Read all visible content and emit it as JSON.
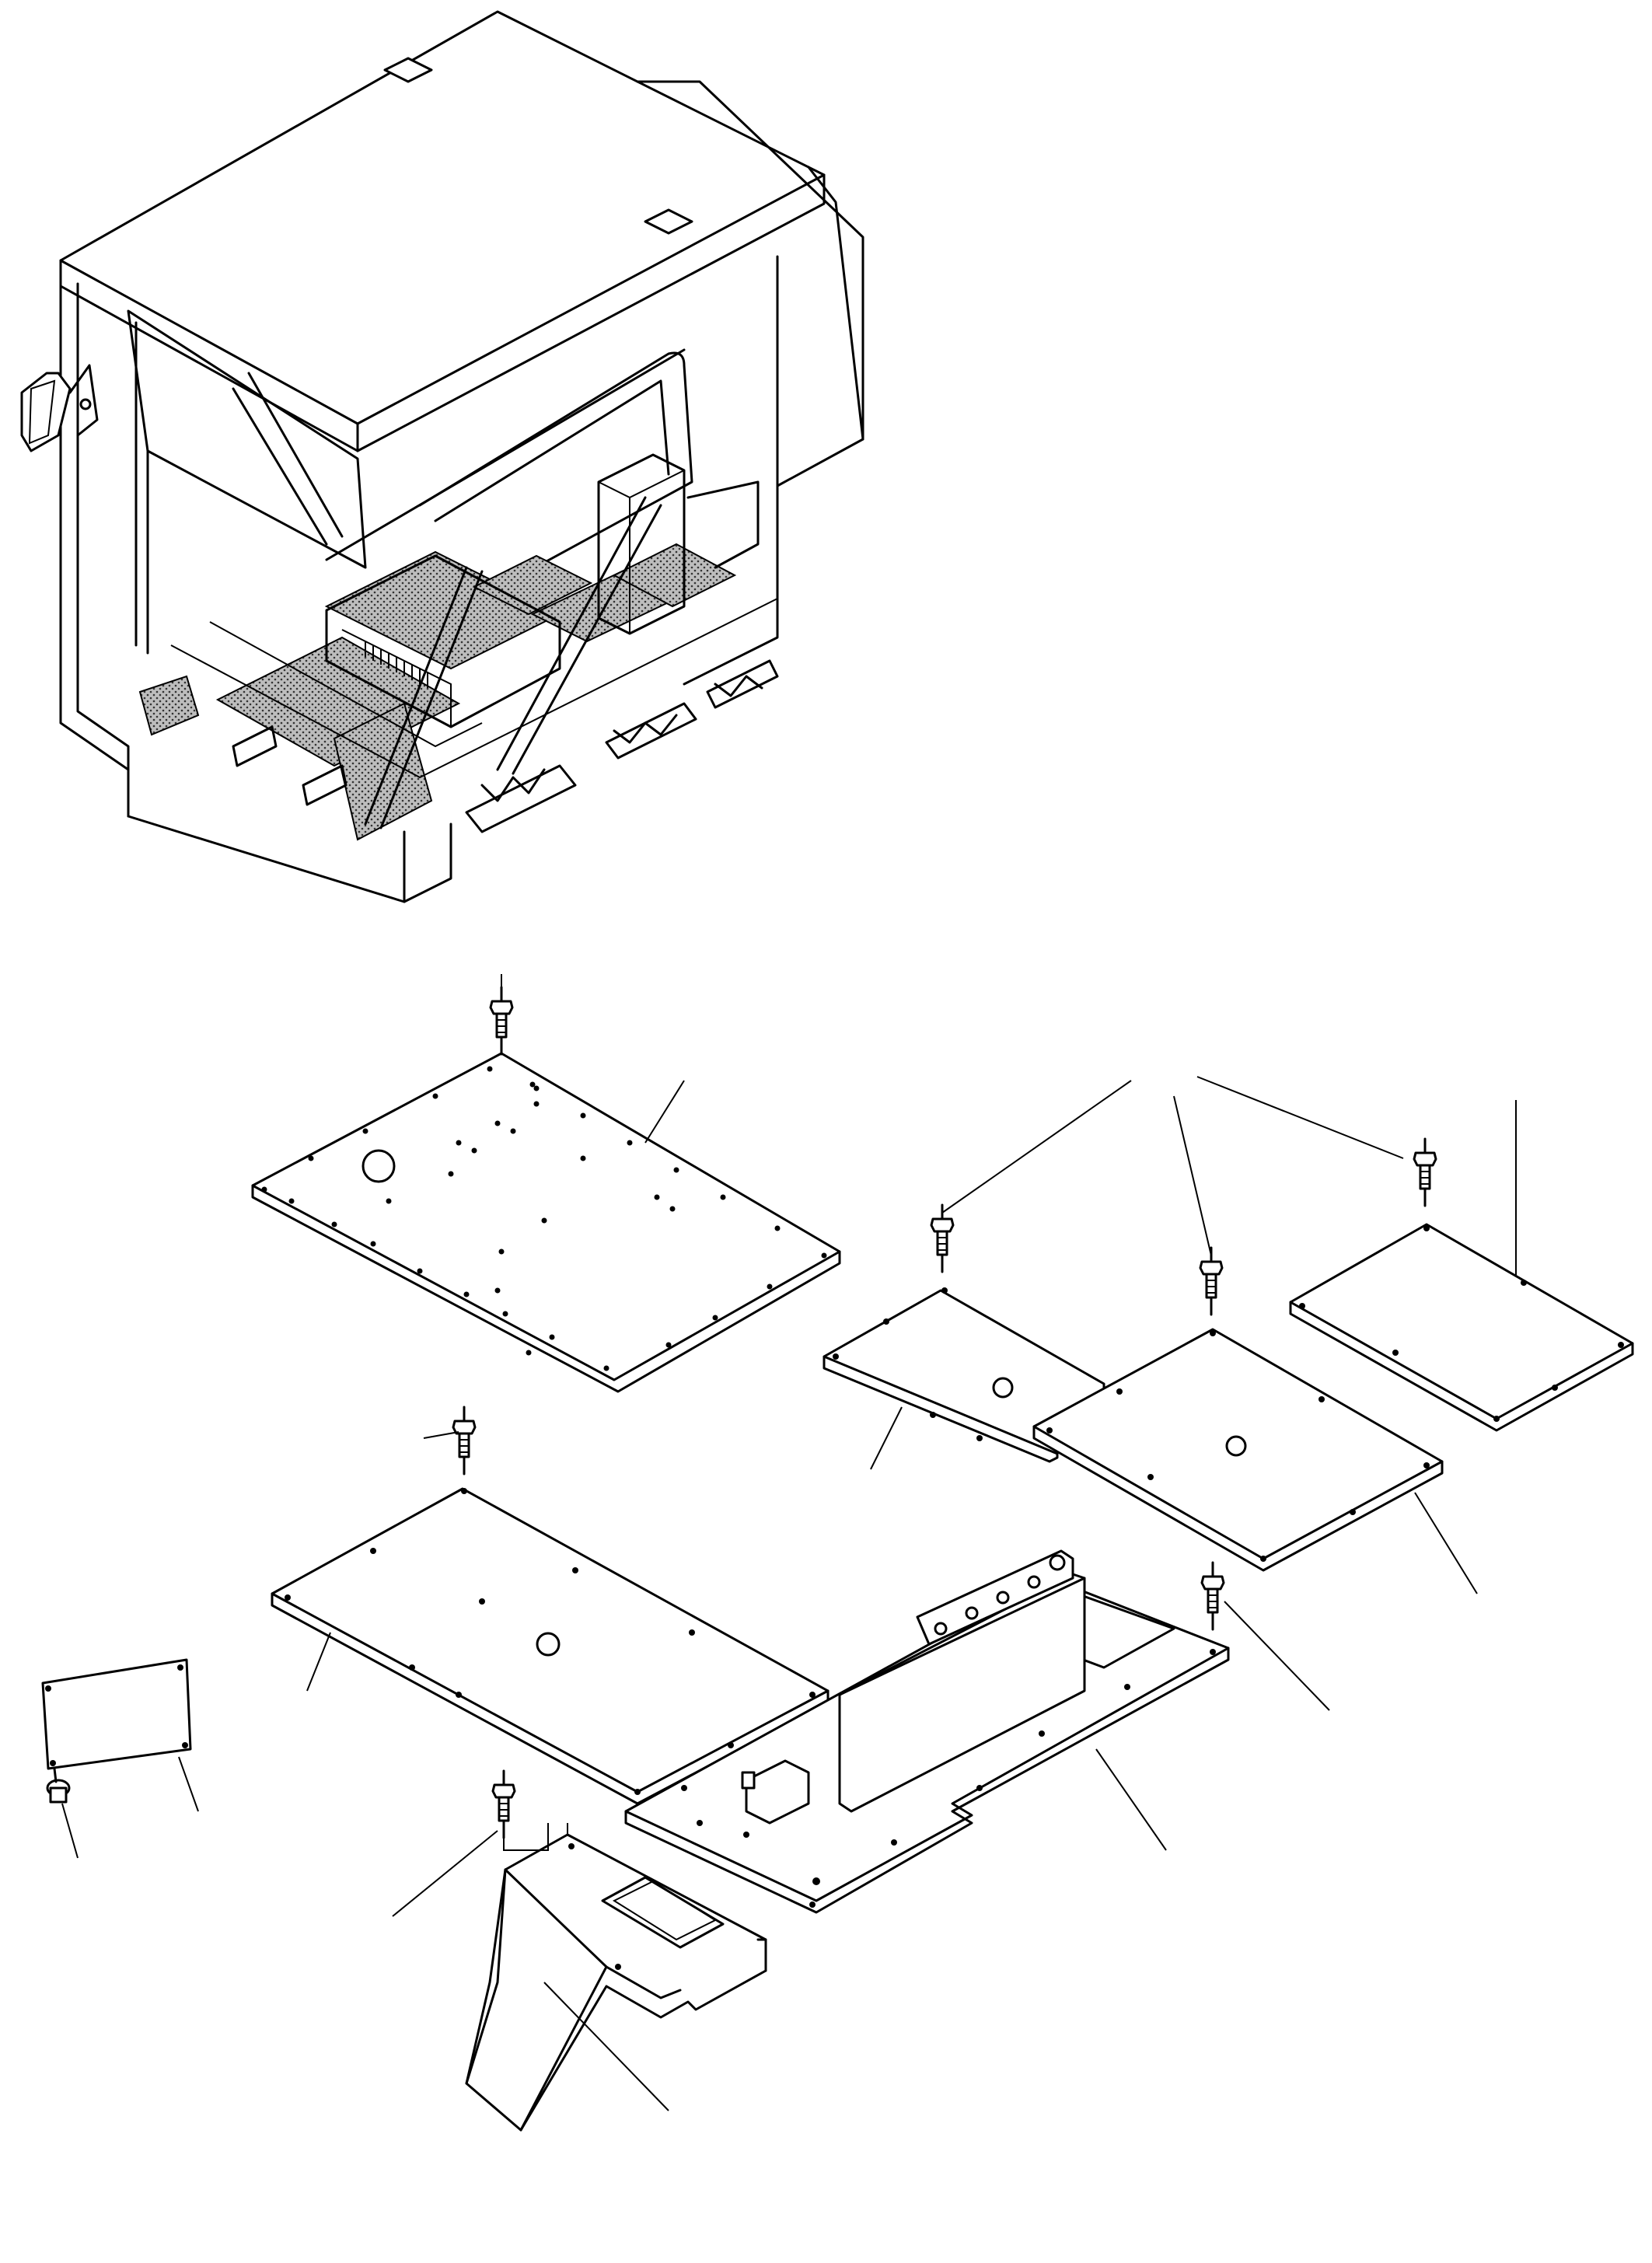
{
  "diagram": {
    "type": "exploded parts view",
    "colors": {
      "line": "#000000",
      "background": "#ffffff",
      "shading": "#9a9a9a"
    },
    "assemblies": [
      {
        "name": "cab-assembly"
      },
      {
        "name": "rear-left-floor-plate"
      },
      {
        "name": "center-floor-plate-small"
      },
      {
        "name": "center-floor-plate-large"
      },
      {
        "name": "right-floor-plate"
      },
      {
        "name": "front-left-floor-plate"
      },
      {
        "name": "console-base-plate"
      },
      {
        "name": "small-side-cover"
      },
      {
        "name": "pedal-cover"
      }
    ],
    "bolts": 8
  }
}
